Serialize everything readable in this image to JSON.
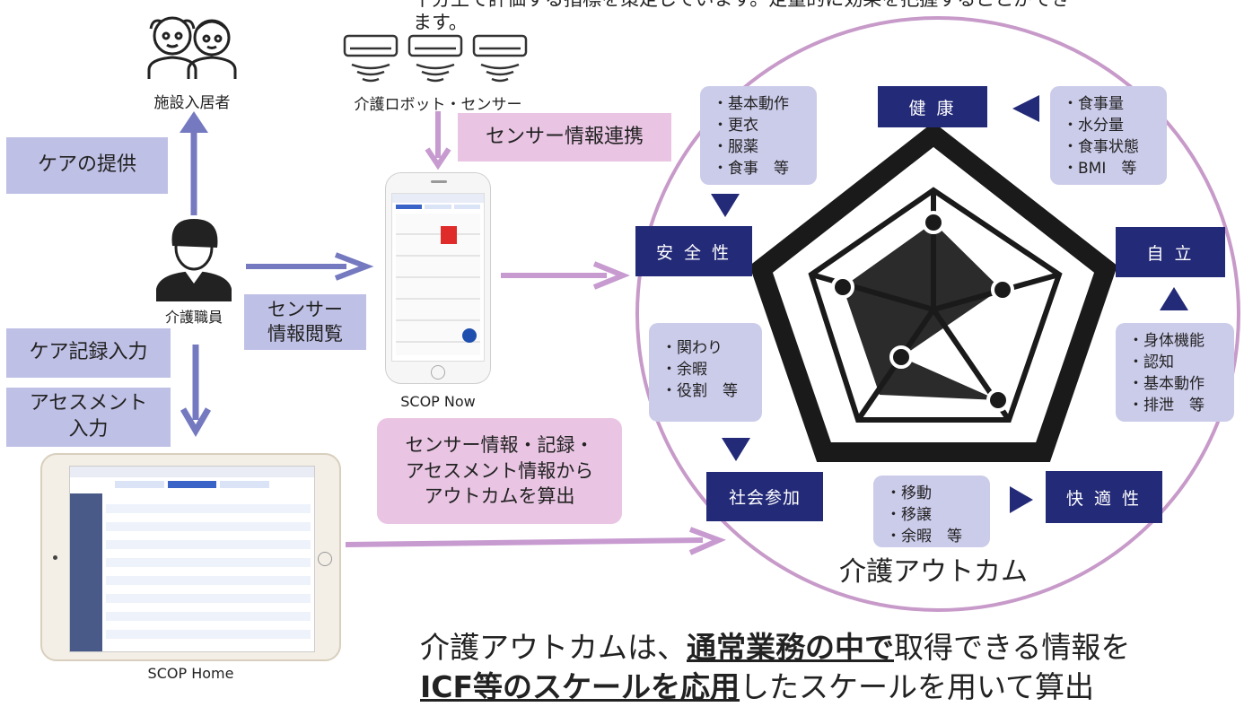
{
  "top_text": {
    "line1": "十分上で評価する指標を策定しています。定量的に効果を把握することができ",
    "line2": "ます。"
  },
  "left": {
    "residents_label": "施設入居者",
    "care_provision": "ケアの提供",
    "staff_label": "介護職員",
    "care_record_input": "ケア記録入力",
    "assessment_input": [
      "アセスメント",
      "入力"
    ],
    "scop_home_label": "SCOP Home"
  },
  "middle": {
    "robot_label": "介護ロボット・センサー",
    "sensor_link": "センサー情報連携",
    "sensor_browse": [
      "センサー",
      "情報閲覧"
    ],
    "scop_now_label": "SCOP Now",
    "outcome_calc": [
      "センサー情報・記録・",
      "アセスメント情報から",
      "アウトカムを算出"
    ]
  },
  "radar": {
    "title": "介護アウトカム",
    "axes": {
      "health": "健 康",
      "independence": "自 立",
      "comfort": "快 適 性",
      "social": "社会参加",
      "safety": "安 全 性"
    },
    "lists": {
      "safety_items": [
        "・基本動作",
        "・更衣",
        "・服薬",
        "・食事　等"
      ],
      "health_items": [
        "・食事量",
        "・水分量",
        "・食事状態",
        "・BMI　等"
      ],
      "independence_items": [
        "・身体機能",
        "・認知",
        "・基本動作",
        "・排泄　等"
      ],
      "social_items": [
        "・関わり",
        "・余暇",
        "・役割　等"
      ],
      "comfort_items": [
        "・移動",
        "・移譲",
        "・余暇　等"
      ]
    }
  },
  "bottom_text": {
    "line1_a": "介護アウトカムは、",
    "line1_b": "通常業務の中で",
    "line1_c": "取得できる情報を",
    "line2_a": "ICF等のスケールを応用",
    "line2_b": "したスケールを用いて算出"
  },
  "colors": {
    "navy": "#232a78",
    "lavender": "#bfc0e6",
    "pink": "#e9c5e3",
    "arrow_blue": "#7479c0",
    "arrow_pink": "#c79ad0",
    "circle": "#c79ac9"
  }
}
